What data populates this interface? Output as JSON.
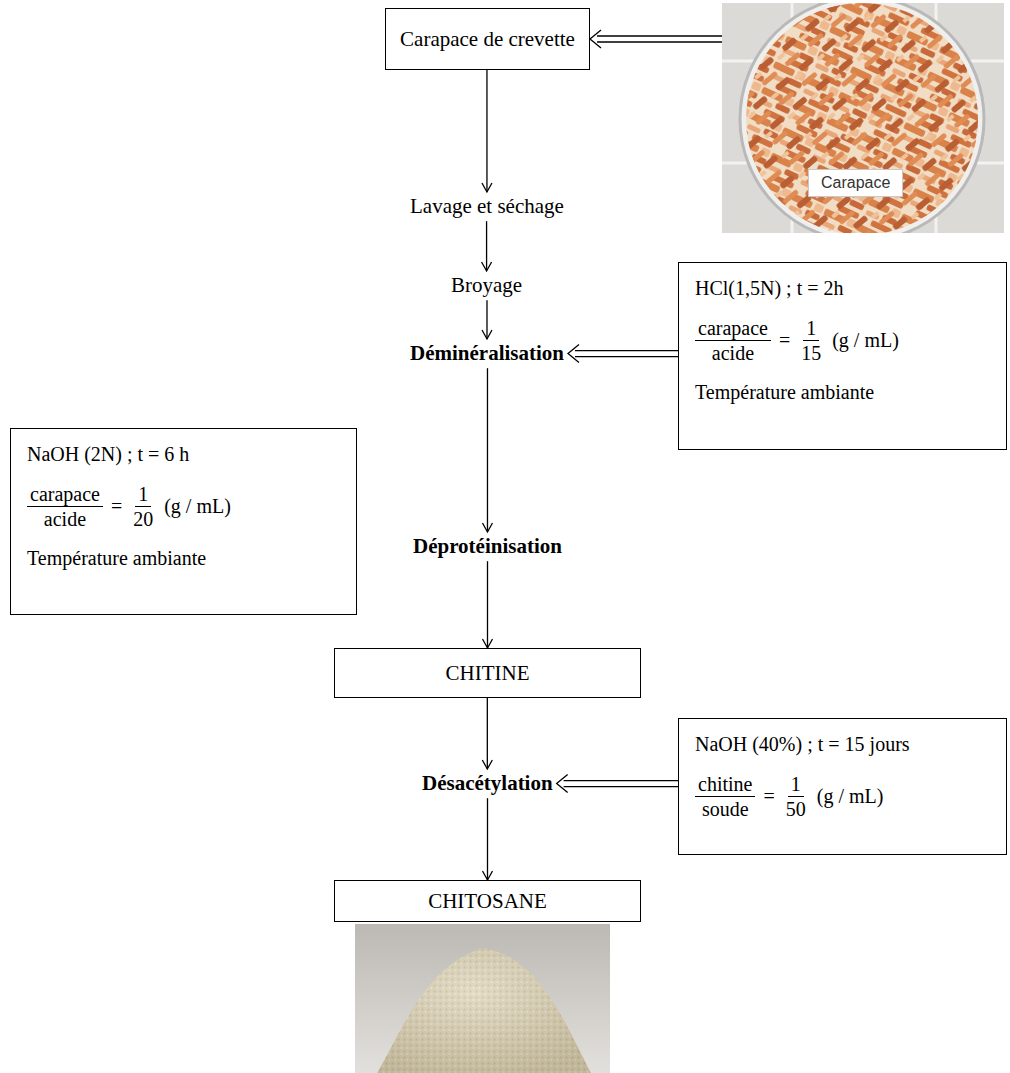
{
  "diagram": {
    "nodes": [
      {
        "text": [
          "Carapace de crevette"
        ]
      },
      {
        "text": [
          "Carapace"
        ]
      },
      {
        "text": [
          "Lavage et séchage"
        ]
      },
      {
        "text": [
          "Broyage"
        ]
      },
      {
        "text": [
          "HCl(1,5N) ; t = 2h",
          "carapace",
          "acide",
          "=",
          "1",
          "15",
          "(g / mL)",
          "Température ambiante"
        ]
      },
      {
        "text": [
          "Déminéralisation"
        ]
      },
      {
        "text": [
          "NaOH (2N) ; t = 6 h",
          "carapace",
          "acide",
          "=",
          "1",
          "20",
          "(g / mL)",
          "Température ambiante"
        ]
      },
      {
        "text": [
          "Déprotéinisation"
        ]
      },
      {
        "text": [
          "CHITINE"
        ]
      },
      {
        "text": [
          "Désacétylation"
        ]
      },
      {
        "text": [
          "NaOH (40%) ; t = 15 jours",
          "chitine",
          "soude",
          "=",
          "1",
          "50",
          "(g / mL)"
        ]
      },
      {
        "text": [
          "CHITOSANE"
        ]
      }
    ],
    "edges": [
      {
        "from": 0,
        "to": 2,
        "arrow": "to"
      },
      {
        "from": 2,
        "to": 3,
        "arrow": "to"
      },
      {
        "from": 3,
        "to": 5,
        "arrow": "to"
      },
      {
        "from": 5,
        "to": 7,
        "arrow": "to"
      },
      {
        "from": 7,
        "to": 8,
        "arrow": "to"
      },
      {
        "from": 8,
        "to": 9,
        "arrow": "to"
      },
      {
        "from": 9,
        "to": 11,
        "arrow": "to"
      },
      {
        "from": 1,
        "to": 0,
        "arrow": "to"
      },
      {
        "from": 4,
        "to": 5,
        "arrow": "to"
      },
      {
        "from": 10,
        "to": 9,
        "arrow": "to"
      }
    ]
  }
}
